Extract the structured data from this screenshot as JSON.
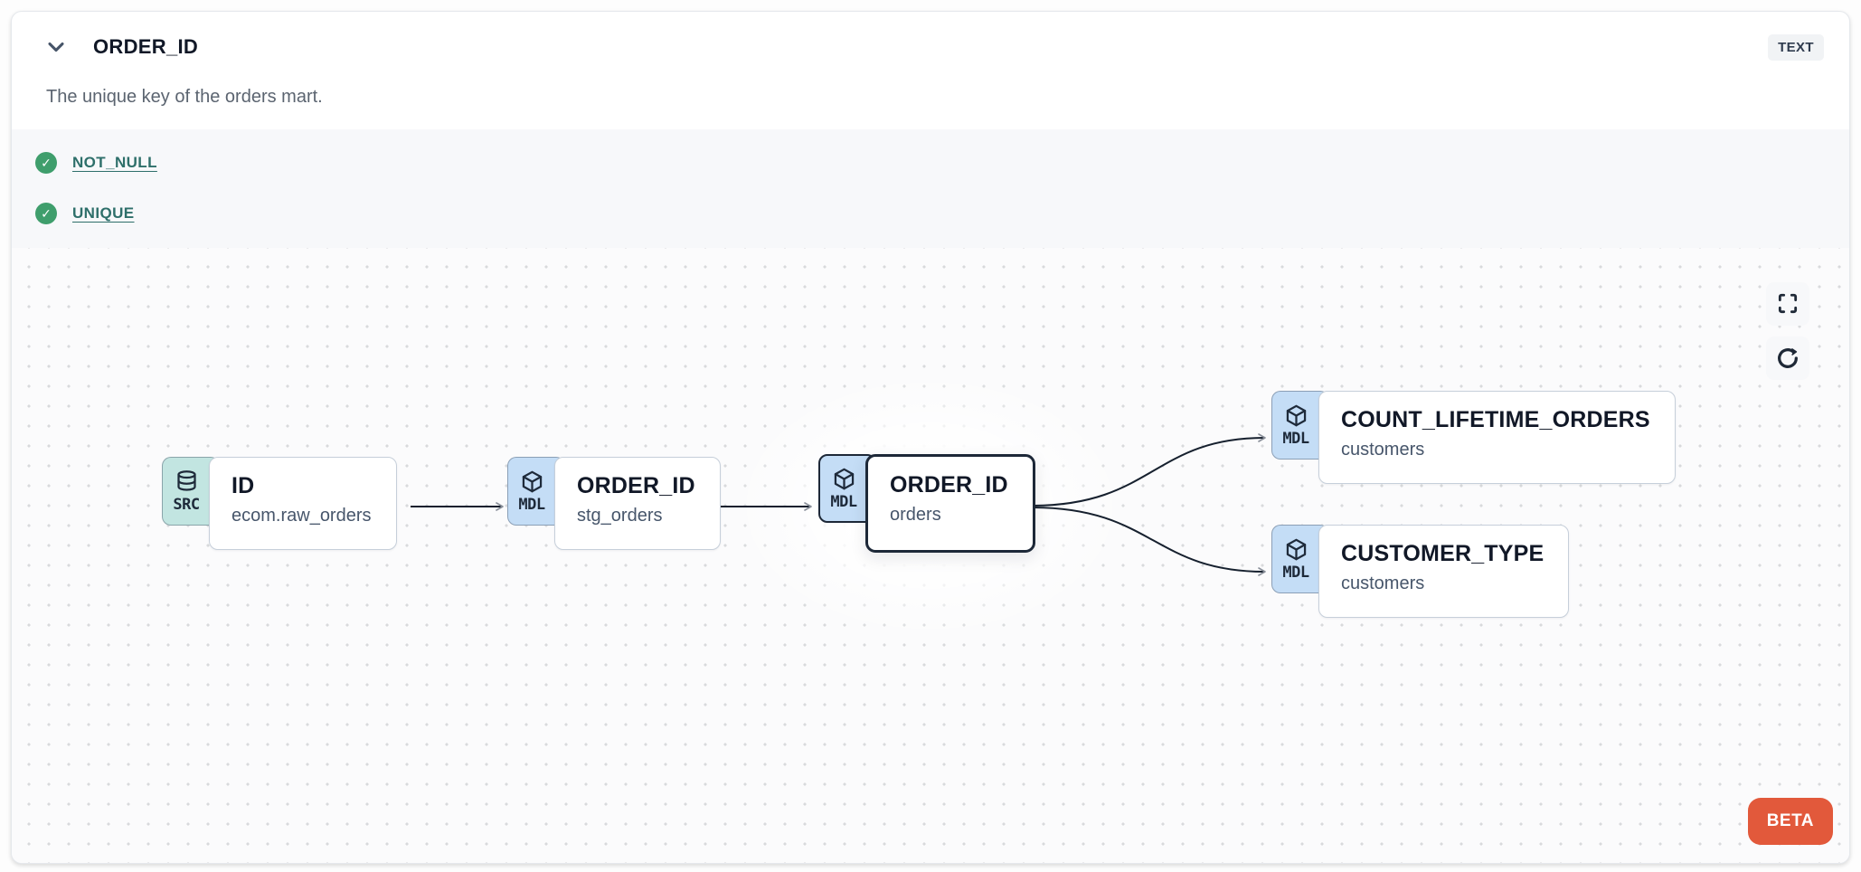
{
  "header": {
    "collapse_icon": "chevron-down",
    "title": "ORDER_ID",
    "type_badge": "TEXT",
    "description": "The unique key of the orders mart."
  },
  "tests": {
    "items": [
      {
        "icon": "check-circle",
        "check_glyph": "✓",
        "label": "NOT_NULL",
        "status": "pass"
      },
      {
        "icon": "check-circle",
        "check_glyph": "✓",
        "label": "UNIQUE",
        "status": "pass"
      }
    ]
  },
  "lineage": {
    "nodes": [
      {
        "badge": "SRC",
        "icon": "database",
        "title": "ID",
        "subtitle": "ecom.raw_orders",
        "selected": false
      },
      {
        "badge": "MDL",
        "icon": "cube",
        "title": "ORDER_ID",
        "subtitle": "stg_orders",
        "selected": false
      },
      {
        "badge": "MDL",
        "icon": "cube",
        "title": "ORDER_ID",
        "subtitle": "orders",
        "selected": true
      },
      {
        "badge": "MDL",
        "icon": "cube",
        "title": "COUNT_LIFETIME_ORDERS",
        "subtitle": "customers",
        "selected": false
      },
      {
        "badge": "MDL",
        "icon": "cube",
        "title": "CUSTOMER_TYPE",
        "subtitle": "customers",
        "selected": false
      }
    ],
    "controls": {
      "fullscreen_icon": "fullscreen",
      "refresh_icon": "refresh"
    },
    "beta_label": "BETA"
  },
  "colors": {
    "accent_orange": "#E2593B",
    "badge_src_bg": "#C2E5E1",
    "badge_mdl_bg": "#C4DDF6",
    "test_link_teal": "#2E6F6A",
    "check_green": "#3F9E6C",
    "edge_dark": "#16202E",
    "selected_border": "#1D2838"
  }
}
